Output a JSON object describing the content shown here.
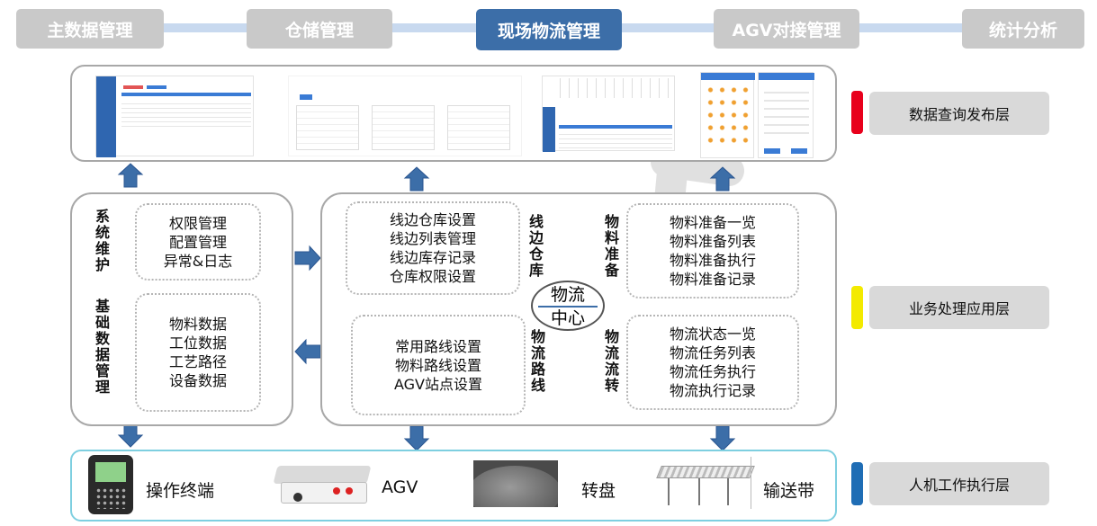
{
  "nav": {
    "tabs": [
      "主数据管理",
      "仓储管理",
      "现场物流管理",
      "AGV对接管理",
      "统计分析"
    ],
    "active_index": 2
  },
  "layers": {
    "query": {
      "label": "数据查询发布层",
      "color": "#e8001c"
    },
    "business": {
      "label": "业务处理应用层",
      "color": "#f3ea00"
    },
    "hmi": {
      "label": "人机工作执行层",
      "color": "#1f6db5"
    }
  },
  "system": {
    "maintenance_title": "系统维护",
    "maintenance_items": [
      "权限管理",
      "配置管理",
      "异常&日志"
    ],
    "basedata_title": "基础数据管理",
    "basedata_items": [
      "物料数据",
      "工位数据",
      "工艺路径",
      "设备数据"
    ]
  },
  "logistics": {
    "center_line1": "物流",
    "center_line2": "中心",
    "lineside_title": "线边仓库",
    "lineside_items": [
      "线边仓库设置",
      "线边列表管理",
      "线边库存记录",
      "仓库权限设置"
    ],
    "route_title": "物流路线",
    "route_items": [
      "常用路线设置",
      "物料路线设置",
      "AGV站点设置"
    ],
    "prep_title": "物料准备",
    "prep_items": [
      "物料准备一览",
      "物料准备列表",
      "物料准备执行",
      "物料准备记录"
    ],
    "flow_title": "物流流转",
    "flow_items": [
      "物流状态一览",
      "物流任务列表",
      "物流任务执行",
      "物流执行记录"
    ]
  },
  "equipment": {
    "terminal": "操作终端",
    "agv": "AGV",
    "turntable": "转盘",
    "conveyor": "输送带"
  },
  "colors": {
    "accent": "#3c6ea8",
    "arrow": "#3c6ea8",
    "hmi_border": "#7ecfe0"
  }
}
